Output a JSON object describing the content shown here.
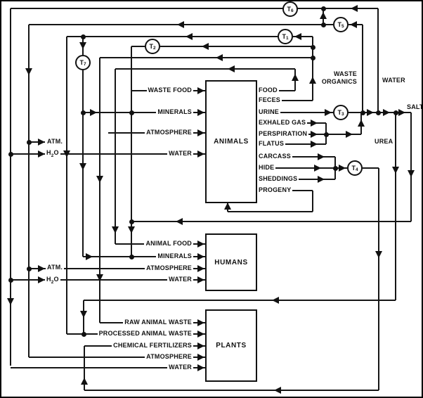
{
  "boxes": {
    "animals": "ANIMALS",
    "humans": "HUMANS",
    "plants": "PLANTS"
  },
  "t_nodes": [
    [
      "T",
      "1"
    ],
    [
      "T",
      "2"
    ],
    [
      "T",
      "3"
    ],
    [
      "T",
      "4"
    ],
    [
      "T",
      "5"
    ],
    [
      "T",
      "6"
    ],
    [
      "T",
      "7"
    ]
  ],
  "animals_inputs": [
    "WASTE FOOD",
    "MINERALS",
    "ATMOSPHERE",
    "WATER"
  ],
  "animals_outputs": [
    "FOOD",
    "FECES",
    "URINE",
    "EXHALED GAS",
    "PERSPIRATION",
    "FLATUS",
    "CARCASS",
    "HIDE",
    "SHEDDINGS",
    "PROGENY"
  ],
  "humans_inputs": [
    "ANIMAL FOOD",
    "MINERALS",
    "ATMOSPHERE",
    "WATER"
  ],
  "plants_inputs": [
    "RAW ANIMAL WASTE",
    "PROCESSED ANIMAL WASTE",
    "CHEMICAL FERTILIZERS",
    "ATMOSPHERE",
    "WATER"
  ],
  "flow_labels": {
    "waste": "WASTE",
    "organics": "ORGANICS",
    "water": "WATER",
    "salt": "SALT",
    "urea": "UREA"
  },
  "annotations": {
    "atm": "ATM.",
    "h2o": [
      "H",
      "2",
      "O"
    ]
  },
  "colors": {
    "ink": "#111111",
    "background": "#ffffff"
  }
}
